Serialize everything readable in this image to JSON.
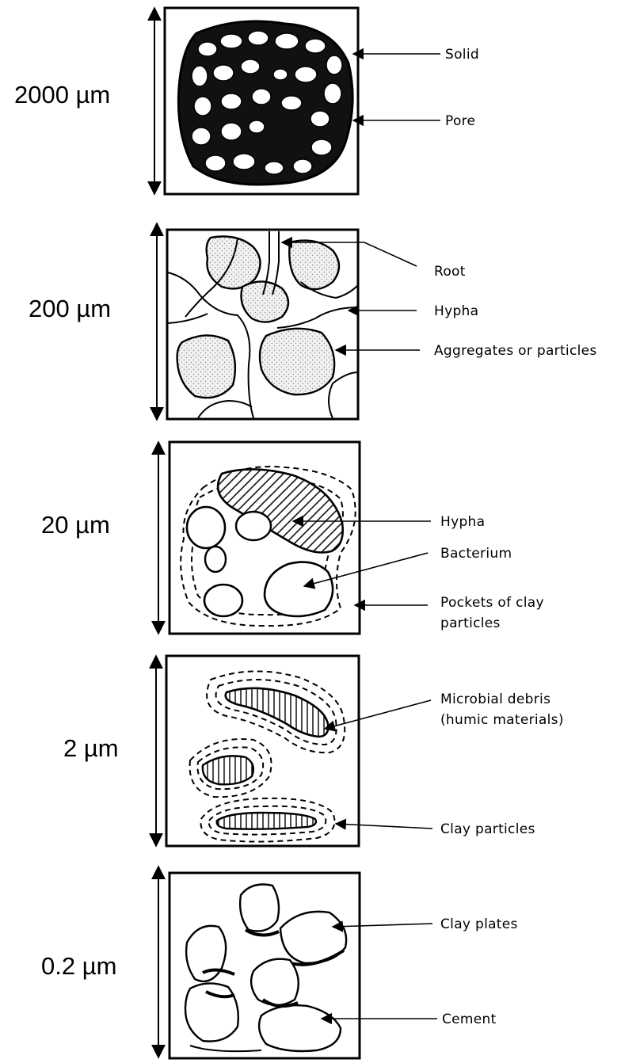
{
  "levels": [
    {
      "scale": "2000 µm",
      "labels": [
        "Solid",
        "Pore"
      ]
    },
    {
      "scale": "200 µm",
      "labels": [
        "Root",
        "Hypha",
        "Aggregates or particles"
      ]
    },
    {
      "scale": "20 µm",
      "labels": [
        "Hypha",
        "Bacterium",
        "Pockets of clay",
        "particles"
      ]
    },
    {
      "scale": "2 µm",
      "labels": [
        "Microbial debris",
        "(humic materials)",
        "Clay particles"
      ]
    },
    {
      "scale": "0.2 µm",
      "labels": [
        "Clay plates",
        "Cement"
      ]
    }
  ]
}
